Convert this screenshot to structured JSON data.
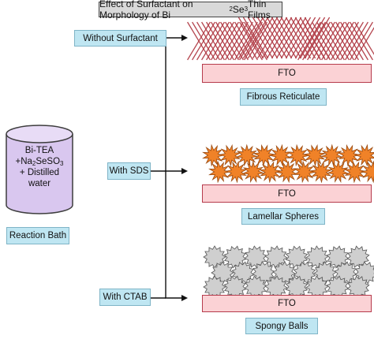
{
  "title": {
    "main": "Effect  of Surfactant  on Morphology of Bi",
    "sub1": "2",
    "mid": "Se",
    "sub2": "3",
    "end": " Thin Films"
  },
  "bath": {
    "line1": "Bi-TEA",
    "line2_pre": "+Na",
    "line2_sub1": "2",
    "line2_mid": "SeSO",
    "line2_sub2": "3",
    "line3": "+ Distilled",
    "line4": "water",
    "caption": "Reaction Bath"
  },
  "conditions": [
    {
      "label": "Without Surfactant"
    },
    {
      "label": "With SDS"
    },
    {
      "label": "With  CTAB"
    }
  ],
  "substrate_label": "FTO",
  "morphologies": [
    {
      "label": "Fibrous Reticulate"
    },
    {
      "label": "Lamellar Spheres"
    },
    {
      "label": "Spongy Balls"
    }
  ],
  "colors": {
    "cylinder": "#d9c7ef",
    "label_box": "#bfe6f2",
    "fto": "#fbd2d5",
    "fibrous": "#b5464f",
    "lamellar": "#f08228",
    "spongy": "#cfcfcf"
  }
}
